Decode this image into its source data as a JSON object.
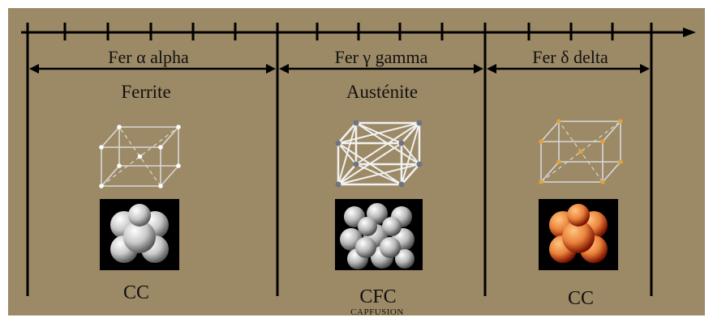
{
  "phases": [
    {
      "label": "Fer α alpha",
      "name": "Ferrite",
      "structure": "CC",
      "lattice": "bcc",
      "node_color": "#ffffff",
      "sphere_color": "#c8c8c8"
    },
    {
      "label": "Fer γ gamma",
      "name": "Austénite",
      "structure": "CFC",
      "lattice": "fcc",
      "node_color": "#6e7580",
      "sphere_color": "#b9b9b9"
    },
    {
      "label": "Fer δ delta",
      "name": "",
      "structure": "CC",
      "lattice": "bcc",
      "node_color": "#e2a23a",
      "sphere_color": "#e9803a"
    }
  ],
  "watermark": "CAPFUSION",
  "colors": {
    "background": "#9c8966",
    "lines": "#000000",
    "lattice_edges": "#d9d9d9"
  }
}
